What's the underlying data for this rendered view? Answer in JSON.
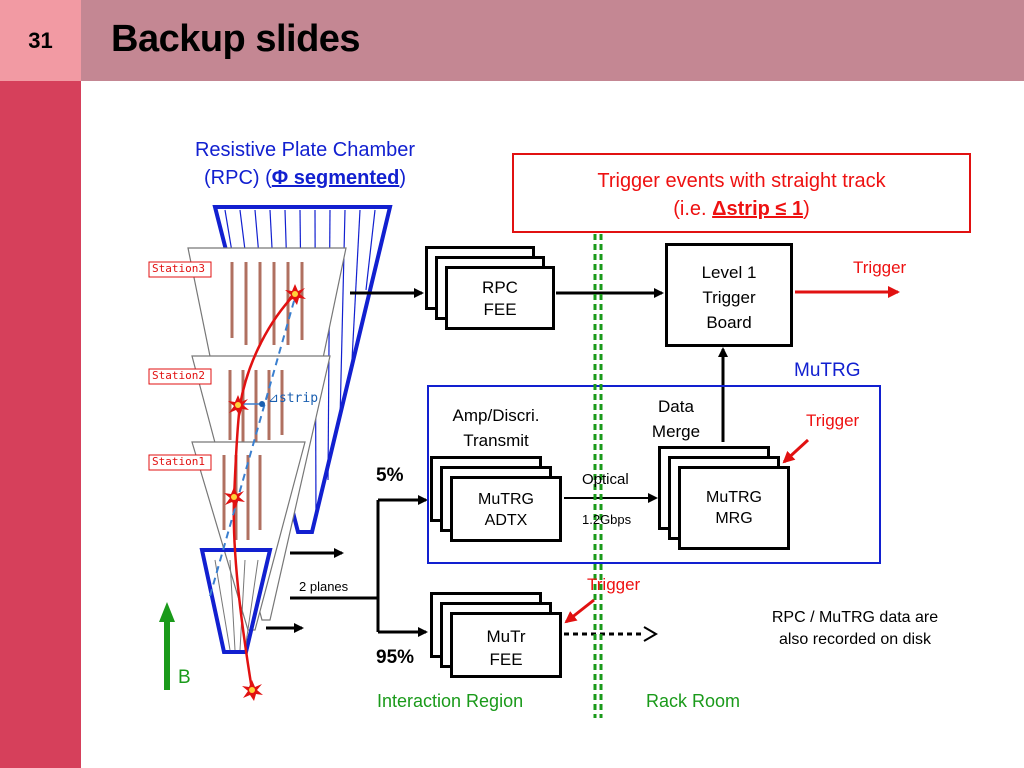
{
  "slide": {
    "page_number": "31",
    "title": "Backup slides"
  },
  "rpc": {
    "title_line1": "Resistive Plate Chamber",
    "title_line2_pre": "(RPC) (",
    "title_line2_bold": "Φ segmented",
    "title_line2_post": ")",
    "stations": [
      "Station3",
      "Station2",
      "Station1"
    ],
    "strip_label": "⊿strip"
  },
  "trigger_note": {
    "line1": "Trigger events with straight track",
    "line2_pre": "(i.e. ",
    "line2_bold": "Δstrip ≤ 1",
    "line2_post": ")"
  },
  "boxes": {
    "rpc_fee": [
      "RPC",
      "FEE"
    ],
    "level1": [
      "Level 1",
      "Trigger",
      "Board"
    ],
    "adtx": [
      "MuTRG",
      "ADTX"
    ],
    "mrg": [
      "MuTRG",
      "MRG"
    ],
    "mutr_fee": [
      "MuTr",
      "FEE"
    ]
  },
  "labels": {
    "trigger_out": "Trigger",
    "mutrg": "MuTRG",
    "amp_line1": "Amp/Discri.",
    "amp_line2": "Transmit",
    "data_merge_line1": "Data",
    "data_merge_line2": "Merge",
    "trigger_mrg": "Trigger",
    "optical": "Optical",
    "gbps": "1.2Gbps",
    "pct5": "5%",
    "pct95": "95%",
    "two_planes": "2 planes",
    "trigger_mutr": "Trigger",
    "disk_line1": "RPC / MuTRG data are",
    "disk_line2": "also recorded on disk",
    "b_field": "B",
    "interaction_region": "Interaction Region",
    "rack_room": "Rack Room"
  },
  "colors": {
    "sidebar": "#d6405b",
    "page_box": "#f29aa3",
    "title_bar": "#c48793",
    "blue": "#1220d0",
    "red": "#e11111",
    "green": "#1a9a1a"
  }
}
